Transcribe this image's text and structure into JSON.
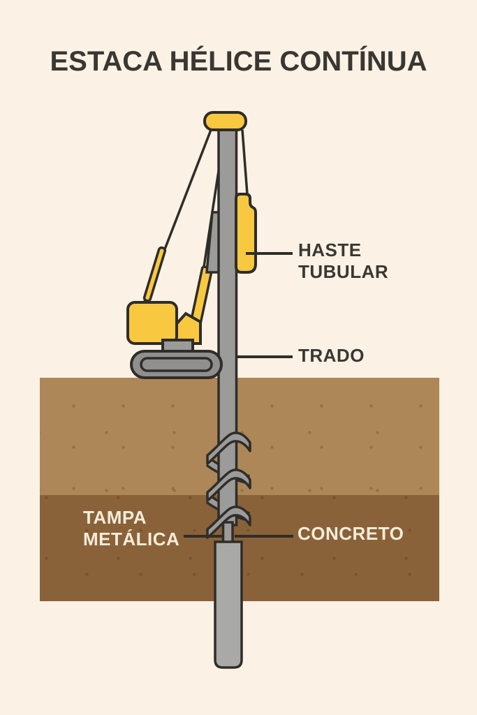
{
  "title": "ESTACA HÉLICE CONTÍNUA",
  "labels": {
    "haste": {
      "line1": "HASTE",
      "line2": "TUBULAR"
    },
    "trado": {
      "line1": "TRADO"
    },
    "tampa": {
      "line1": "TAMPA",
      "line2": "METÁLICA"
    },
    "concreto": {
      "line1": "CONCRETO"
    }
  },
  "colors": {
    "background": "#fbf2e5",
    "outline": "#2f2d29",
    "yellow": "#f9c841",
    "gray": "#9b9b99",
    "trackgray": "#8f8f8d",
    "pilegray": "#a9a9a7",
    "soillight": "#ad8757",
    "soildark": "#8a6239",
    "soildotlight": "#97713f",
    "soildotdark": "#785430",
    "textdark": "#3a3733",
    "textlight": "#f6ecd9"
  }
}
